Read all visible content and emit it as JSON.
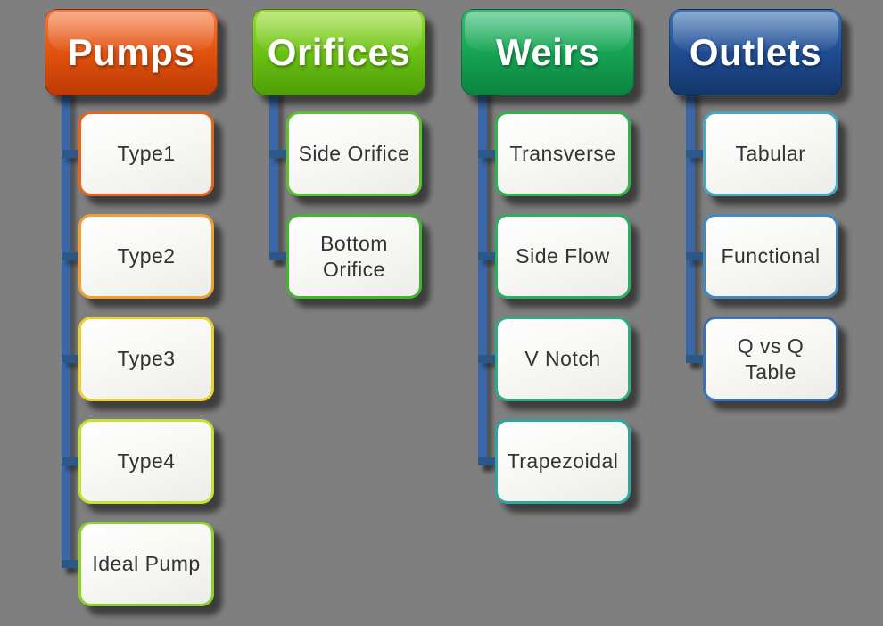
{
  "background_color": "#7F7F7F",
  "connector_color": "#3A67A8",
  "connector_stub_color": "#2C5789",
  "columns": [
    {
      "id": "pumps",
      "header": {
        "label": "Pumps",
        "gradient_top": "#F5793F",
        "gradient_mid": "#E2520F",
        "gradient_bottom": "#BE3B02"
      },
      "children": [
        {
          "label": "Type1",
          "border_color": "#E8641E"
        },
        {
          "label": "Type2",
          "border_color": "#F0A030"
        },
        {
          "label": "Type3",
          "border_color": "#E9D02F"
        },
        {
          "label": "Type4",
          "border_color": "#C7DF36"
        },
        {
          "label": "Ideal Pump",
          "border_color": "#8FD02C"
        }
      ]
    },
    {
      "id": "orifices",
      "header": {
        "label": "Orifices",
        "gradient_top": "#97DB33",
        "gradient_mid": "#6CC214",
        "gradient_bottom": "#4E9F07"
      },
      "children": [
        {
          "label": "Side Orifice",
          "border_color": "#59C22E"
        },
        {
          "label": "Bottom\nOrifice",
          "border_color": "#3FB62B"
        }
      ]
    },
    {
      "id": "weirs",
      "header": {
        "label": "Weirs",
        "gradient_top": "#36BB72",
        "gradient_mid": "#16A453",
        "gradient_bottom": "#0A8440"
      },
      "children": [
        {
          "label": "Transverse",
          "border_color": "#30B250"
        },
        {
          "label": "Side Flow",
          "border_color": "#29AE63"
        },
        {
          "label": "V Notch",
          "border_color": "#2FAA85"
        },
        {
          "label": "Trapezoidal",
          "border_color": "#31A59E"
        }
      ]
    },
    {
      "id": "outlets",
      "header": {
        "label": "Outlets",
        "gradient_top": "#3E74B4",
        "gradient_mid": "#1F4C92",
        "gradient_bottom": "#14366B"
      },
      "children": [
        {
          "label": "Tabular",
          "border_color": "#44A9C2"
        },
        {
          "label": "Functional",
          "border_color": "#4489BE"
        },
        {
          "label": "Q vs Q\nTable",
          "border_color": "#3B72B2"
        }
      ]
    }
  ]
}
